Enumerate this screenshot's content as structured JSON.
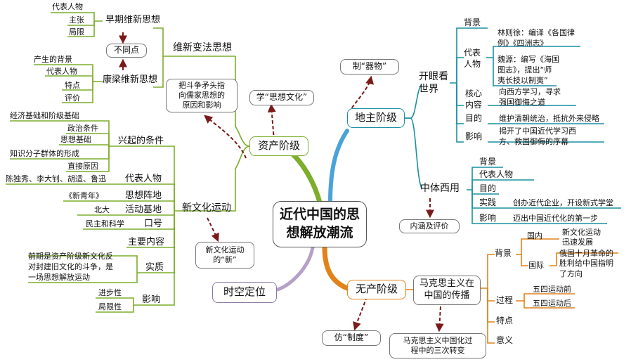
{
  "center": "近代中国的思想解放潮流",
  "center_l1": "近代中国的思",
  "center_l2": "想解放潮流",
  "time_position": "时空定位",
  "landlord": {
    "title": "地主阶级",
    "bubble": "制“器物”",
    "eye": {
      "title_l1": "开眼看",
      "title_l2": "世界",
      "bg": "背景",
      "rep_l1": "代表",
      "rep_l2": "人物",
      "linzexu_l1": "林则徐：编译《各国律",
      "linzexu_l2": "例》《四洲志》",
      "weiyuan_l1": "魏源：编写《海国",
      "weiyuan_l2": "图志》，提出“师",
      "weiyuan_l3": "夷长技以制夷”",
      "core_l1": "核心",
      "core_l2": "内容",
      "core_text_l1": "向西方学习，寻求",
      "core_text_l2": "强国御侮之道",
      "purpose": "目的",
      "purpose_text": "维护清朝统治，抵抗外来侵略",
      "impact": "影响",
      "impact_text_l1": "揭开了中国近代学习西",
      "impact_text_l2": "方、救国御侮的序幕"
    },
    "zhongti": {
      "title": "中体西用",
      "bg": "背景",
      "rep": "代表人物",
      "purpose": "目的",
      "practice": "实践",
      "practice_text": "创办近代企业，开设新式学堂",
      "impact": "影响",
      "impact_text": "迈出中国近代化的第一步",
      "bubble": "内涵及评价"
    }
  },
  "bourgeois": {
    "title": "资产阶级",
    "bubble": "学“思想文化”",
    "reform": {
      "title": "维新变法思想",
      "early": "早期维新思想",
      "early_items": [
        "代表人物",
        "主张",
        "局限"
      ],
      "diff": "不同点",
      "kangliang": "康梁维新思想",
      "kl_items": [
        "产生的背景",
        "代表人物",
        "特点",
        "评价"
      ]
    },
    "question_l1": "把斗争矛头指",
    "question_l2": "向儒家思想的",
    "question_l3": "原因和影响",
    "nc": {
      "title": "新文化运动",
      "conditions": "兴起的条件",
      "cond_items": [
        "经济基础和阶级基础",
        "政治条件",
        "思想基础",
        "知识分子群体的形成",
        "直接原因"
      ],
      "reps": "代表人物",
      "reps_text": "陈独秀、李大钊、胡适、鲁迅",
      "position": "思想阵地",
      "position_text": "《新青年》",
      "base": "活动基地",
      "base_text": "北大",
      "slogan": "口号",
      "slogan_text": "民主和科学",
      "content": "主要内容",
      "essence": "实质",
      "essence_l1": "前期是资产阶级新文化反",
      "essence_l2": "对封建旧文化的斗争，是",
      "essence_l3": "一场思想解放运动",
      "impact": "影响",
      "progress": "进步性",
      "limit": "局限性",
      "bubble_l1": "新文化运动",
      "bubble_l2": "的“新”"
    }
  },
  "proletariat": {
    "title": "无产阶级",
    "bubble": "仿“制度”",
    "marx": {
      "title_l1": "马克思主义在",
      "title_l2": "中国的传播",
      "bg": "背景",
      "domestic": "国内",
      "domestic_l1": "新文化运动",
      "domestic_l2": "迅速发展",
      "intl": "国际",
      "intl_l1": "俄国十月革命的",
      "intl_l2": "胜利给中国指明",
      "intl_l3": "了方向",
      "process": "过程",
      "before": "五四运动前",
      "after": "五四运动后",
      "features": "特点",
      "meaning": "意义",
      "bubble_l1": "马克思主义中国化过",
      "bubble_l2": "程中的三次转变"
    }
  },
  "colors": {
    "bourgeois_line": "#7cad2b",
    "landlord_line": "#1a8fa3",
    "proletariat_line": "#e2821b",
    "arrow": "#7a1a1a",
    "time_line": "#b5a0c8"
  }
}
